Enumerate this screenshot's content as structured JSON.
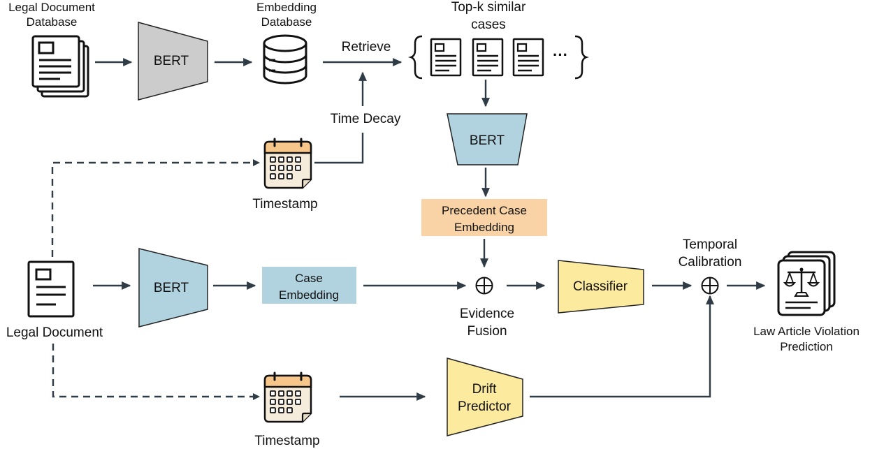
{
  "labels": {
    "legal_document_database": [
      "Legal Document",
      "Database"
    ],
    "embedding_database": [
      "Embedding",
      "Database"
    ],
    "retrieve": "Retrieve",
    "top_k": [
      "Top-k similar",
      "cases"
    ],
    "ellipsis": "···",
    "time_decay": "Time Decay",
    "timestamp_top": "Timestamp",
    "timestamp_bottom": "Timestamp",
    "legal_document": "Legal Document",
    "evidence_fusion": [
      "Evidence",
      "Fusion"
    ],
    "temporal_calibration": [
      "Temporal",
      "Calibration"
    ],
    "law_article": [
      "Law Article Violation",
      "Prediction"
    ]
  },
  "nodes": {
    "bert_top": "BERT",
    "bert_precedent": "BERT",
    "bert_case": "BERT",
    "precedent_embedding": [
      "Precedent Case",
      "Embedding"
    ],
    "case_embedding": [
      "Case",
      "Embedding"
    ],
    "classifier": "Classifier",
    "drift_predictor": [
      "Drift",
      "Predictor"
    ]
  },
  "colors": {
    "gray": "#cccccc",
    "blue": "#b1d3e0",
    "orange": "#f9d3a5",
    "yellow": "#fcea9e",
    "edge": "#2f3c46",
    "calendar_header": "#f6c68a",
    "calendar_body": "#f6ecdc"
  },
  "icons": {
    "database_documents": "documents-stack-icon",
    "embedding_db": "database-icon",
    "timestamp": "calendar-icon",
    "legal_document": "document-icon",
    "fusion": "circled-plus-icon",
    "output": "scales-of-justice-document-icon"
  }
}
